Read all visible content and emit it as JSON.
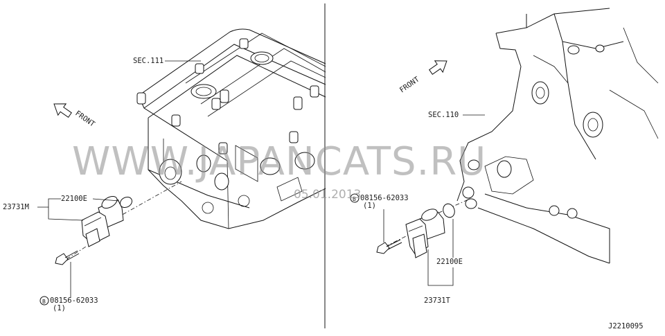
{
  "left_view": {
    "section_label": "SEC.111",
    "front_label": "FRONT",
    "part_sensor": "23731M",
    "part_oring": "22100E",
    "bolt_part": "08156-62033",
    "bolt_qty": "(1)",
    "bolt_marker": "B"
  },
  "right_view": {
    "section_label": "SEC.110",
    "front_label": "FRONT",
    "bolt_part": "08156-62033",
    "bolt_qty": "(1)",
    "bolt_marker": "B",
    "part_oring": "22100E",
    "part_sensor": "23731T"
  },
  "watermark": {
    "text": "WWW.JAPANCATS.RU",
    "date": "05.01.2013"
  },
  "diagram_code": "J2210095"
}
